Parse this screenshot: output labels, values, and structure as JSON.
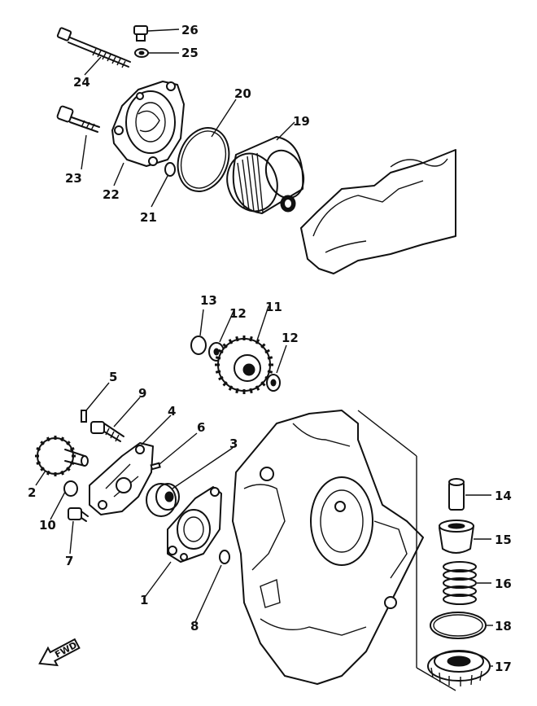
{
  "callouts": {
    "c1": "1",
    "c2": "2",
    "c3": "3",
    "c4": "4",
    "c5": "5",
    "c6": "6",
    "c7": "7",
    "c8": "8",
    "c9": "9",
    "c10": "10",
    "c11": "11",
    "c12a": "12",
    "c12b": "12",
    "c13": "13",
    "c14": "14",
    "c15": "15",
    "c16": "16",
    "c17": "17",
    "c18": "18",
    "c19": "19",
    "c20": "20",
    "c21": "21",
    "c22": "22",
    "c23": "23",
    "c24": "24",
    "c25": "25",
    "c26": "26"
  },
  "forward_marker": {
    "text": "FWD",
    "icon": "arrow-forward-icon"
  }
}
